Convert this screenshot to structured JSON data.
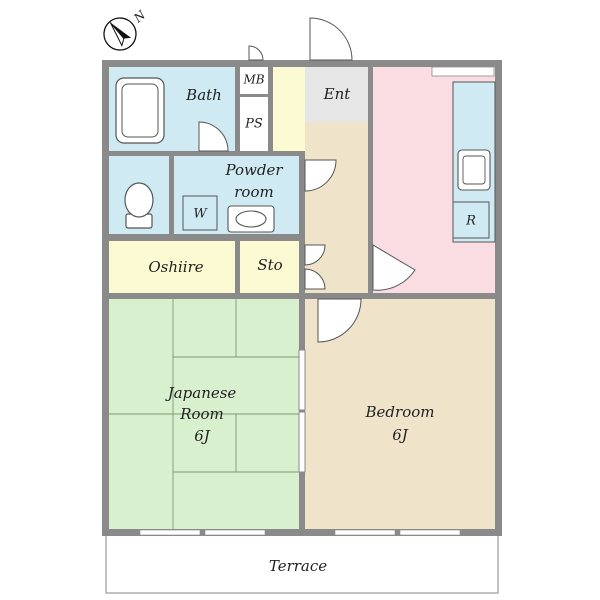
{
  "colors": {
    "wall": "#8a8a8a",
    "bath": "#cfeaf2",
    "powder": "#cfeaf2",
    "toilet": "#cfeaf2",
    "kitchen": "#f9dde2",
    "storage": "#fbfad2",
    "entrance": "#e6e6e6",
    "hall": "#efe3c9",
    "bedroom": "#efe3c9",
    "japanese": "#d9f0cf"
  },
  "compass": {
    "north_letter": "N",
    "icon": "compass-arrow-icon"
  },
  "rooms": {
    "bath": "Bath",
    "mb": "MB",
    "ps": "PS",
    "entrance": "Ent",
    "powder_line1": "Powder",
    "powder_line2": "room",
    "washer": "W",
    "refrigerator": "R",
    "oshiire": "Oshiire",
    "storage": "Sto",
    "japanese_line1": "Japanese",
    "japanese_line2": "Room",
    "japanese_line3": "6J",
    "bedroom_line1": "Bedroom",
    "bedroom_line2": "6J",
    "terrace": "Terrace"
  }
}
